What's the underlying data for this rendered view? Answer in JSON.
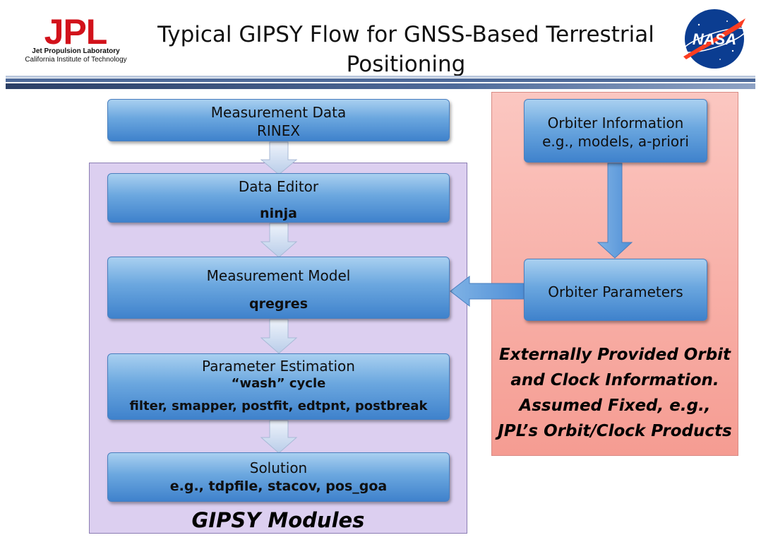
{
  "header": {
    "title_line1": "Typical GIPSY Flow for GNSS-Based Terrestrial",
    "title_line2": "Positioning",
    "jpl_logo": {
      "letters": "JPL",
      "line1": "Jet Propulsion Laboratory",
      "line2": "California Institute of Technology"
    },
    "nasa_logo": {
      "text": "NASA"
    }
  },
  "colors": {
    "jpl_red": "#d2121b",
    "nasa_blue": "#0b3d91",
    "nasa_red": "#fc3d21",
    "stripe_dark": "#2b3f66",
    "stripe_mid": "#4f6b9a",
    "stripe_light": "#bcc9de",
    "box_blue": "#5b9bd5",
    "gipsy_panel": "#dccff0",
    "external_panel": "#f8b4ac"
  },
  "flow": {
    "measurement_data": {
      "line1": "Measurement Data",
      "line2": "RINEX"
    },
    "data_editor": {
      "line1": "Data Editor",
      "line2": "ninja"
    },
    "measurement_model": {
      "line1": "Measurement Model",
      "line2": "qregres"
    },
    "parameter_estimation": {
      "line1": "Parameter Estimation",
      "line2": "“wash” cycle",
      "line3": "filter, smapper, postfit, edtpnt, postbreak"
    },
    "solution": {
      "line1": "Solution",
      "line2": "e.g., tdpfile, stacov, pos_goa"
    }
  },
  "gipsy_panel": {
    "label": "GIPSY Modules"
  },
  "external": {
    "orbiter_information": {
      "line1": "Orbiter Information",
      "line2": "e.g., models, a-priori"
    },
    "orbiter_parameters": {
      "line1": "Orbiter Parameters"
    },
    "label_lines": [
      "Externally Provided Orbit",
      "and Clock Information.",
      "Assumed Fixed, e.g.,",
      "JPL’s Orbit/Clock Products"
    ]
  }
}
